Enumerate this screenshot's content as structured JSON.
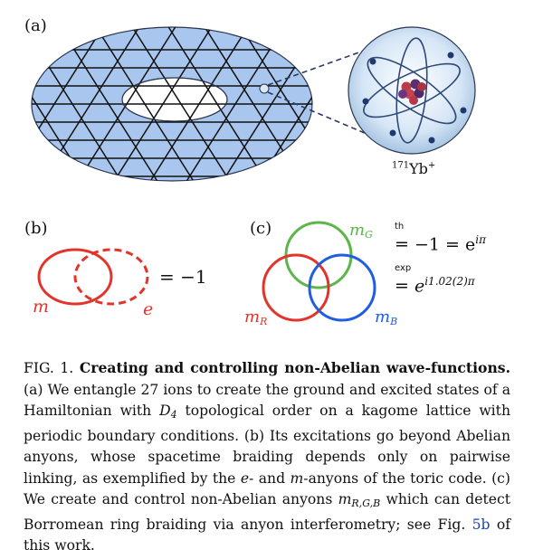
{
  "panels": {
    "a": "(a)",
    "b": "(b)",
    "c": "(c)"
  },
  "atom_label": {
    "sup": "171",
    "base": "Yb",
    "charge": "+"
  },
  "panel_b": {
    "m": "m",
    "e": "e",
    "eq": "= −1"
  },
  "panel_c": {
    "mG": "m",
    "mG_sub": "G",
    "mR": "m",
    "mR_sub": "R",
    "mB": "m",
    "mB_sub": "B",
    "th_tag": "th",
    "th_rhs": "−1 = e",
    "th_exp": "iπ",
    "exp_tag": "exp",
    "exp_rhs": "e",
    "exp_exp": "i1.02(2)π"
  },
  "caption": {
    "fig_label": "FIG. 1.",
    "title": "Creating and controlling non-Abelian wave-functions.",
    "t1": "(a) We entangle 27 ions to create the ground and excited states of a Hamiltonian with",
    "d4_base": "D",
    "d4_sub": "4",
    "t2": "topological order on a kagome lattice with periodic boundary conditions. (b) Its excitations go beyond Abelian anyons, whose spacetime braiding depends only on pairwise linking, as exemplified by the",
    "e_sym": "e",
    "t3": "- and",
    "m_sym": "m",
    "t4": "-anyons of the toric code. (c) We create and control non-Abelian anyons",
    "mrgb_base": "m",
    "mrgb_sub": "R,G,B",
    "t5": "which can detect Borromean ring braiding via anyon interferometry; see Fig.",
    "fig_ref": "5b",
    "t6": "of this work."
  },
  "colors": {
    "torus": "#a9c6ee",
    "red": "#e2342b",
    "green": "#5cb649",
    "blue": "#1f5ee0",
    "link": "#1a3fbf"
  }
}
